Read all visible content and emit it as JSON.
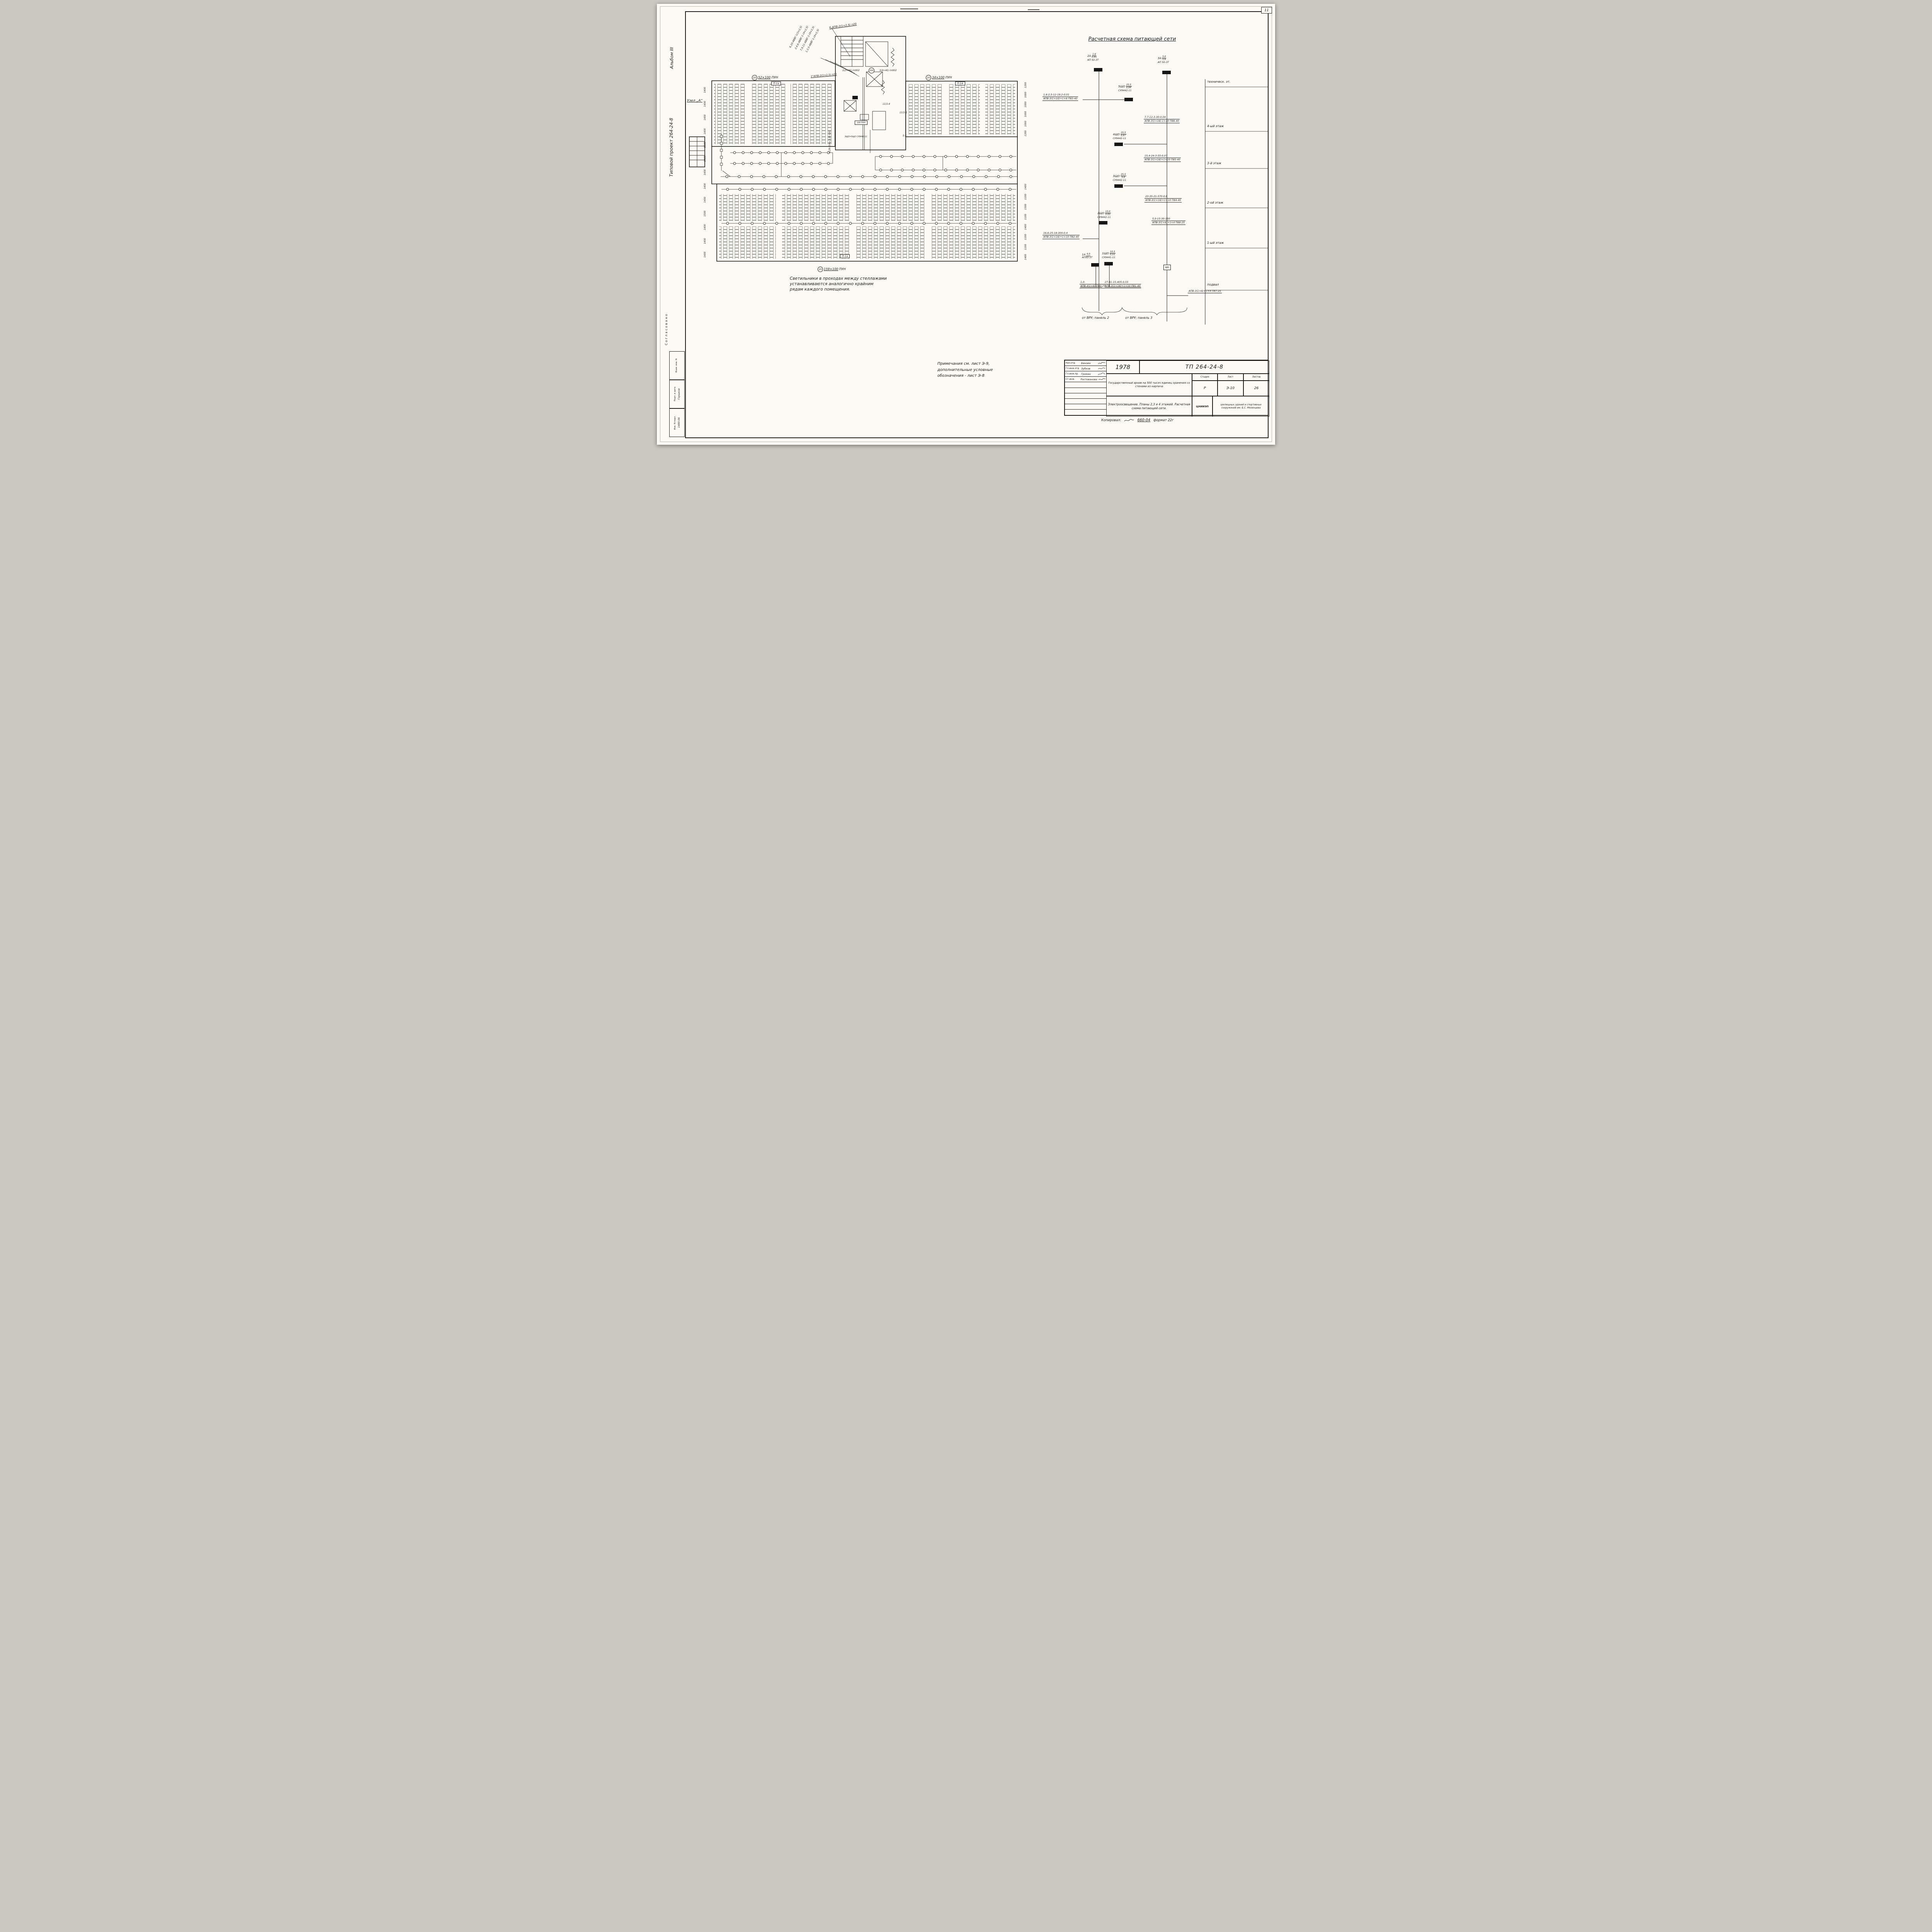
{
  "page": {
    "number": "11"
  },
  "margin": {
    "album": "Альбом III",
    "project": "Типовой проект 264-24-8",
    "agreed": "Согласовано",
    "stamp": [
      {
        "label": "Взам. инв. N",
        "value": ""
      },
      {
        "label": "Подп. и дата",
        "value": "Горшков"
      },
      {
        "label": "Инв. N подл.",
        "value": "1480-06"
      }
    ]
  },
  "plan": {
    "node_label": "Узел „А“",
    "rooms": [
      "П-1а",
      "П-14",
      "П-1а"
    ],
    "counts": [
      {
        "qty": "20",
        "size": "52×100",
        "type": "ПУН"
      },
      {
        "qty": "20",
        "size": "34×100",
        "type": "ПУН"
      },
      {
        "qty": "20",
        "size": "159×100",
        "type": "ПУН"
      }
    ],
    "cables_top": [
      "6,10-АВВГ-1(3×2,5)",
      "2,4,6-АВВГ-1-(4×2,5)",
      "7,9,11-АВВГ-1-(4×2,5)",
      "1,3,5-АВВГ-1-(4×2,5)"
    ],
    "cable_stair": "6 АПВ-2(1×2,5) п20",
    "cable_corridor": "1°АПВ-2(1×2,5) п20",
    "duct_left": "2(2×40) пл002",
    "duct_right": "3(4×40) пл002",
    "riser_run": "6,29-2(4×2,5) п20",
    "lamp_power": "300",
    "box_label": "100 ПУН",
    "shield_label": "3ЩО=5ЩО СУ9442-11",
    "marks": [
      "13,5-4",
      "13,5-5",
      "5-3"
    ],
    "dims_left": [
      "1400",
      "1400",
      "1400",
      "1400",
      "1500",
      "1400",
      "1400",
      "1400",
      "1400",
      "1500",
      "1400",
      "1400",
      "1400"
    ],
    "dims_right_top": [
      "1200",
      "1000",
      "1000",
      "1000",
      "1000",
      "1200"
    ],
    "dims_right_bottom": [
      "1400",
      "1100",
      "1500",
      "1100",
      "1400",
      "1100",
      "1100",
      "1400"
    ],
    "note_lines": [
      "Светильники в проходах между стеллажами",
      "устанавливаются аналогично крайним",
      "рядам каждого помещения."
    ]
  },
  "riser": {
    "title": "Расчетная схема питающей сети",
    "feeders": [
      {
        "name": "2А",
        "load": "1,6",
        "cos": "0,95",
        "type": "АП 50-3Т"
      },
      {
        "name": "3А",
        "load": "5,0",
        "cos": "0,6",
        "type": "АП 50-3Т"
      }
    ],
    "panels": [
      {
        "name": "5ЩО",
        "load": "25,5",
        "cos": "0,94",
        "type": "СУ9442-11"
      },
      {
        "name": "4ЩО",
        "load": "25,5",
        "cos": "0,87",
        "type": "СУ9442-11"
      },
      {
        "name": "3ЩО",
        "load": "25,5",
        "cos": "0,8",
        "type": "СУ9442-11"
      },
      {
        "name": "2ЩО",
        "load": "15,0",
        "cos": "0,95",
        "type": "СУ9442-11"
      },
      {
        "name": "1ЩО",
        "load": "10,3",
        "cos": "0,55",
        "type": "СУ9441-11"
      },
      {
        "name": "1А",
        "load": "4,0",
        "cos": "",
        "type": "АП50-3Т"
      }
    ],
    "lines": [
      {
        "data": "1,6-2,5-12-19,2-0,01",
        "cable": "АПВ-3(1×10)+1×6 П83-40"
      },
      {
        "data": "7,7-12-3-30-0,04",
        "cable": "АПВ-3(1×16)-1×10 П86-40"
      },
      {
        "data": "15,4-24-3-55-0,07",
        "cable": "АПВ-3(1×16)+1×10 П85-40"
      },
      {
        "data": "23-35-21-570-0,8",
        "cable": "АПВ-3(1×16)+1×10 П84-40"
      },
      {
        "data": "5,0-15-30-150",
        "cable": "АПВ-3(1×6)+1×4 П88-25"
      },
      {
        "data": "16,6-25-18-300-0,4",
        "cable": "АПВ-3(1×16)+1×10 П82-40"
      },
      {
        "data": "1,0-",
        "cable": "АПВ-4(1×6) П80-25"
      },
      {
        "data": "27-41-15-405-0,55",
        "cable": "АПВ-3(1×16)+1×10 П81-40"
      },
      {
        "data": "",
        "cable": "АПВ-3(1×6)+1×4 П87-25"
      }
    ],
    "floors": [
      "техническ. эт.",
      "4-ый этаж",
      "3-й этаж",
      "2-ой этаж",
      "1-ый этаж",
      "подвал"
    ],
    "meter": "Wh",
    "sources": [
      "от ВРУ; панель 2",
      "от ВРУ; панель 3"
    ]
  },
  "notes": {
    "lines": [
      "Примечания см. лист Э-9,",
      "дополнительные условные",
      "обозначения - лист Э-8"
    ]
  },
  "title_block": {
    "people": [
      {
        "role": "Нач.отд",
        "name": "Бензин"
      },
      {
        "role": "Гл.инж.отд",
        "name": "Зубков"
      },
      {
        "role": "Гл.инж.пр.",
        "name": "Громан"
      },
      {
        "role": "Ст.инж.",
        "name": "Ростованова"
      }
    ],
    "year": "1978",
    "doc_number": "ТП 264-24-8",
    "object_name": "Государственный архив на 500 тысяч единиц хранения со стенами из кирпича",
    "stage_label": "Стадия",
    "sheet_label": "Лист",
    "sheets_label": "Листов",
    "stage": "Р",
    "sheet": "Э-10",
    "sheets": "26",
    "content": "Электроосвещение. Планы 2,3 и 4 этажей. Расчетная схема питающей сети.",
    "org_short": "ЦНИИЭП",
    "org_full": "зрелищных зданий и спортивных сооружений им. Б.С. Мезенцева",
    "copied_label": "Копировал:",
    "copy_number": "660-04",
    "format": "формат 22г"
  }
}
